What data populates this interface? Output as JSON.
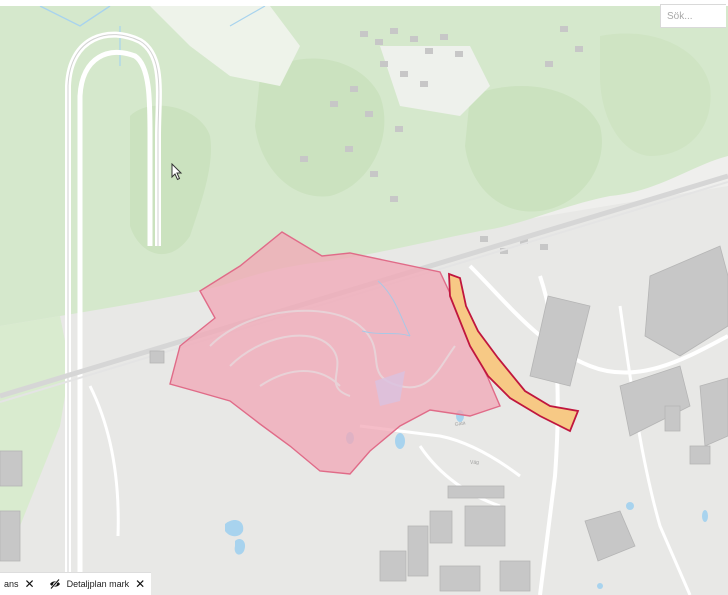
{
  "search": {
    "placeholder": "Sök..."
  },
  "layers": [
    {
      "label": "ans",
      "close_glyph": "✕"
    },
    {
      "label": "Detaljplan mark",
      "close_glyph": "✕",
      "visibility_icon": "eye-slash-icon"
    }
  ],
  "colors": {
    "forest": "#d5e8cc",
    "background": "#efefed",
    "plan_area_fill": "#f2a7b5",
    "plan_area_stroke": "#e06b88",
    "strip_fill": "#f7c985",
    "strip_stroke": "#c0163e",
    "water": "#a8d3ee",
    "building": "#c7c7c7"
  }
}
